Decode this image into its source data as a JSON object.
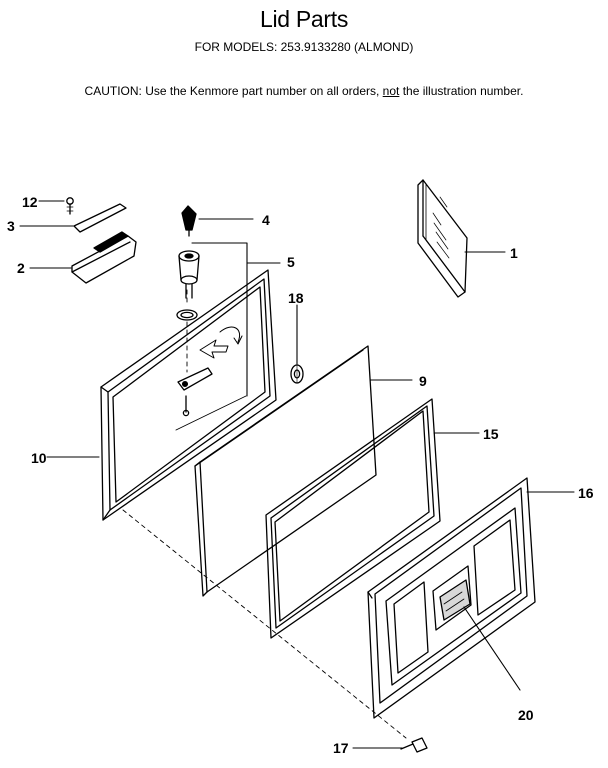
{
  "header": {
    "title": "Lid Parts",
    "models_line": "FOR MODELS:  253.9133280 (ALMOND)",
    "caution_prefix": "CAUTION:  Use the Kenmore part number on all orders, ",
    "caution_not": "not",
    "caution_suffix": " the illustration number."
  },
  "callouts": {
    "c1": "1",
    "c2": "2",
    "c3": "3",
    "c4": "4",
    "c5": "5",
    "c9": "9",
    "c10": "10",
    "c12": "12",
    "c15": "15",
    "c16": "16",
    "c17": "17",
    "c18": "18",
    "c20": "20"
  }
}
